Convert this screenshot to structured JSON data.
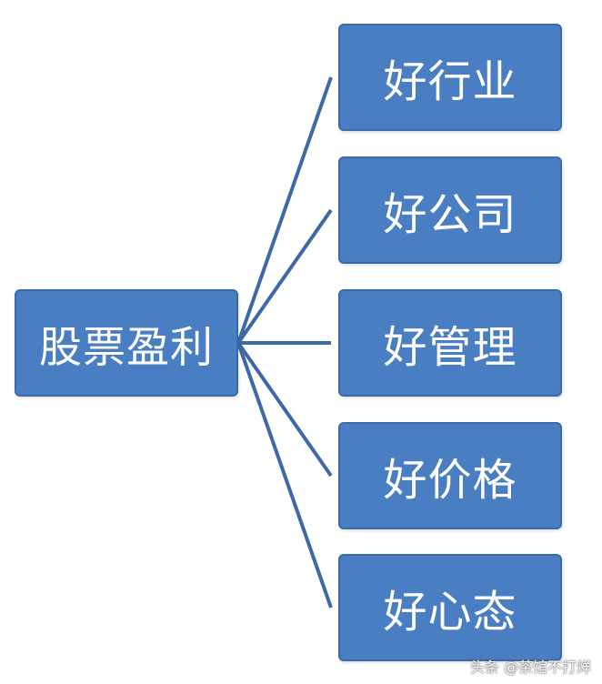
{
  "diagram": {
    "root": {
      "label": "股票盈利"
    },
    "children": [
      {
        "label": "好行业"
      },
      {
        "label": "好公司"
      },
      {
        "label": "好管理"
      },
      {
        "label": "好价格"
      },
      {
        "label": "好心态"
      }
    ]
  },
  "colors": {
    "box_fill": "#4a7ec2",
    "box_border": "#3a6aa8",
    "connector": "#3e68a6",
    "text": "#ffffff",
    "background": "#ffffff"
  },
  "watermark": {
    "text": "头条 @茶馆不打烊"
  }
}
